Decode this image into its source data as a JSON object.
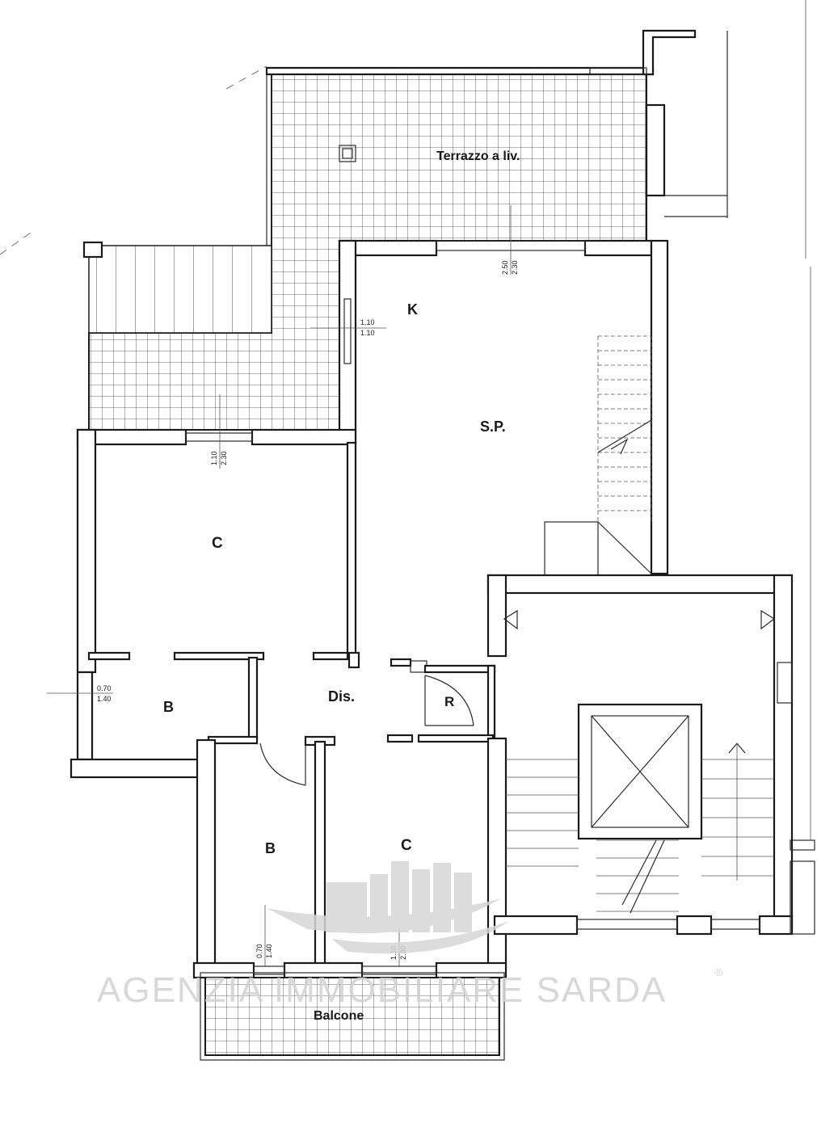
{
  "rooms": {
    "terrazzo": "Terrazzo a liv.",
    "kitchen": "K",
    "living": "S.P.",
    "bedroom_1": "C",
    "bedroom_2": "C",
    "bath_1": "B",
    "bath_2": "B",
    "hall": "Dis.",
    "balcony": "Balcone",
    "fridge": "R"
  },
  "dimensions": {
    "kitchen_window_top": "2.50",
    "kitchen_window_bottom": "2.30",
    "kitchen_side_top": "1.10",
    "kitchen_side_bottom": "1.10",
    "bedroom1_top": "1.10",
    "bedroom1_bottom": "2.30",
    "bath1_top": "0.70",
    "bath1_bottom": "1.40",
    "bath2_top": "0.70",
    "bath2_bottom": "1.40",
    "bedroom2_top": "1.10",
    "bedroom2_bottom": "2.30"
  },
  "watermark": {
    "text": "AGENZIA IMMOBILIARE SARDA",
    "registered": "®"
  }
}
